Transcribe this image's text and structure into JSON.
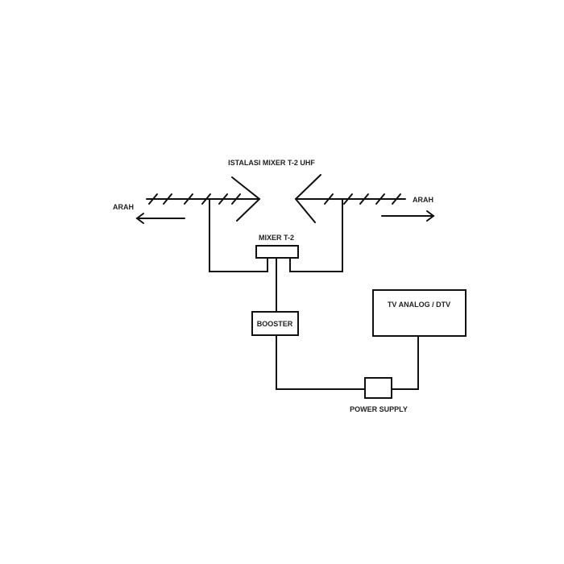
{
  "title": "ISTALASI MIXER T-2 UHF",
  "antenna_left": {
    "direction_label": "ARAH"
  },
  "antenna_right": {
    "direction_label": "ARAH"
  },
  "mixer": {
    "label": "MIXER T-2"
  },
  "booster": {
    "label": "BOOSTER"
  },
  "tv": {
    "label": "TV ANALOG / DTV"
  },
  "power_supply": {
    "label": "POWER SUPPLY"
  },
  "colors": {
    "line": "#111111",
    "background": "#ffffff"
  }
}
